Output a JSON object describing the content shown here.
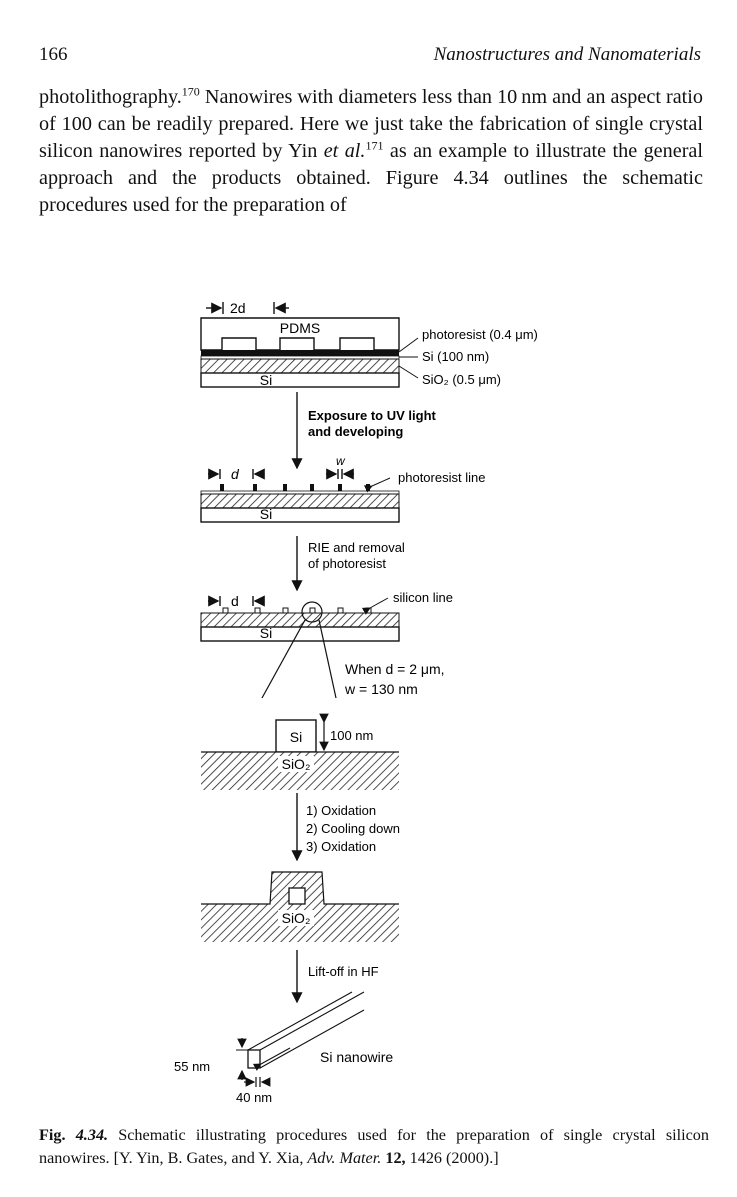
{
  "header": {
    "page_number": "166",
    "running_title": "Nanostructures and Nanomaterials"
  },
  "body": {
    "t1": "photolithography.",
    "s1": "170",
    "t2": " Nanowires with diameters less than 10 nm and an aspect ratio of 100 can be readily prepared. Here we just take the fabrication of single crystal silicon nanowires reported by Yin ",
    "etal": "et al.",
    "s2": "171",
    "t3": " as an example to illustrate the general approach and the products obtained. Figure 4.34 outlines the schematic procedures used for the preparation of"
  },
  "figure": {
    "step1": {
      "dim": "2d",
      "stamp": "PDMS",
      "substrate": "Si",
      "layer_resist": "photoresist (0.4 μm)",
      "layer_si": "Si (100 nm)",
      "layer_sio2": "SiO₂ (0.5 μm)"
    },
    "arrow1": [
      "Exposure to UV light",
      "and developing"
    ],
    "step2": {
      "dim_d": "d",
      "dim_w": "w",
      "label": "photoresist line",
      "substrate": "Si"
    },
    "arrow2": [
      "RIE and removal",
      "of photoresist"
    ],
    "step3": {
      "dim_d": "d",
      "label": "silicon line",
      "substrate": "Si",
      "condition_1": "When d = 2 μm,",
      "condition_2": "w = 130 nm"
    },
    "step4": {
      "si": "Si",
      "height": "100 nm",
      "oxide": "SiO₂"
    },
    "arrow3": [
      "1) Oxidation",
      "2) Cooling down",
      "3) Oxidation"
    ],
    "step5": {
      "oxide": "SiO₂"
    },
    "arrow4": [
      "Lift-off in HF"
    ],
    "step6": {
      "height": "55 nm",
      "width": "40 nm",
      "label": "Si nanowire"
    }
  },
  "caption": {
    "label": "Fig. ",
    "number": "4.34.",
    "t1": " Schematic illustrating procedures used for the preparation of single crystal silicon nanowires. [Y. Yin, B. Gates, and Y. Xia, ",
    "journal": "Adv. Mater.",
    "volume": " 12,",
    "t2": " 1426 (2000).]"
  }
}
